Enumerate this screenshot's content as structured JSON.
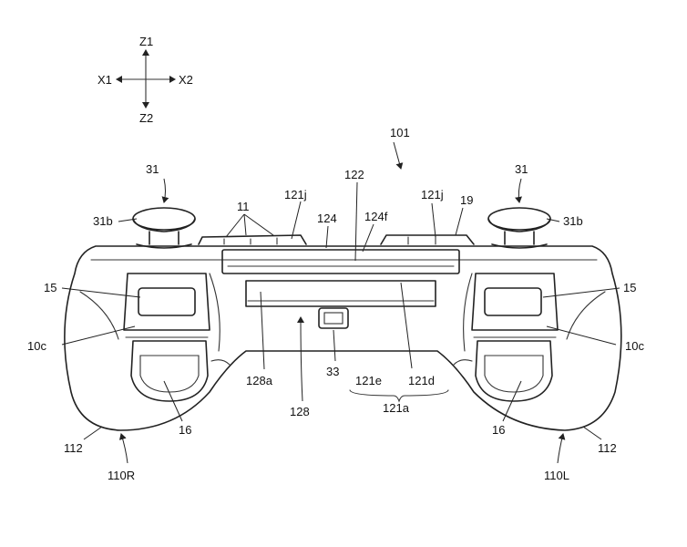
{
  "axes": {
    "z1": "Z1",
    "z2": "Z2",
    "x1": "X1",
    "x2": "X2"
  },
  "labels": {
    "ref_101": "101",
    "ref_122": "122",
    "ref_31_left": "31",
    "ref_31_right": "31",
    "ref_31b_left": "31b",
    "ref_31b_right": "31b",
    "ref_11": "11",
    "ref_121j_left": "121j",
    "ref_121j_right": "121j",
    "ref_124": "124",
    "ref_124f": "124f",
    "ref_19": "19",
    "ref_15_left": "15",
    "ref_15_right": "15",
    "ref_10c_left": "10c",
    "ref_10c_right": "10c",
    "ref_128a": "128a",
    "ref_128": "128",
    "ref_33": "33",
    "ref_121e": "121e",
    "ref_121d": "121d",
    "ref_121a": "121a",
    "ref_16_left": "16",
    "ref_16_right": "16",
    "ref_112_left": "112",
    "ref_112_right": "112",
    "ref_110R": "110R",
    "ref_110L": "110L"
  }
}
